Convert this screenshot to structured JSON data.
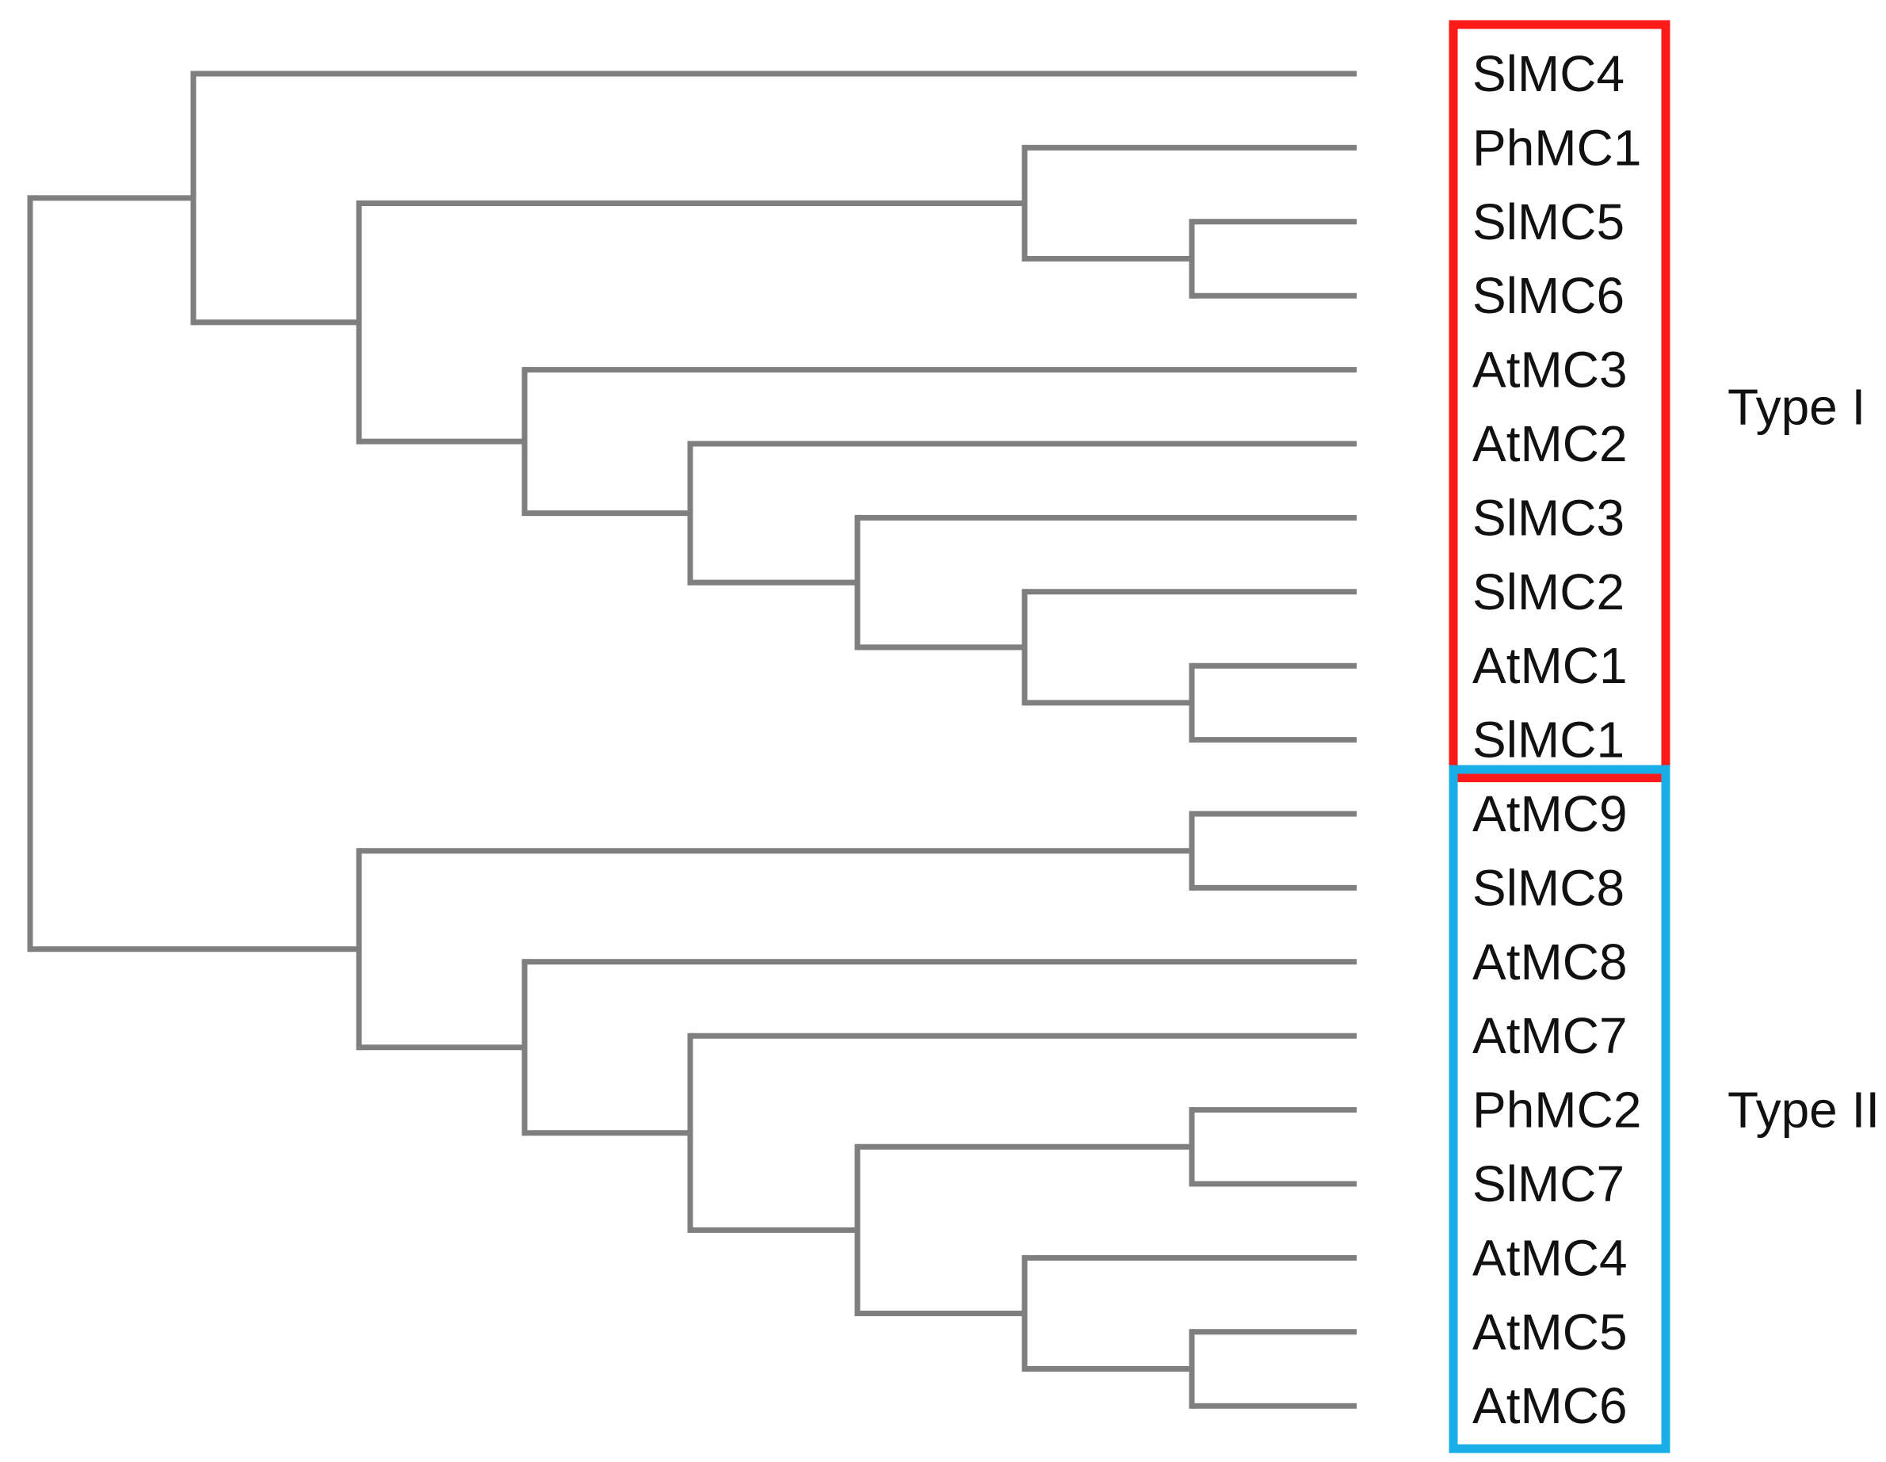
{
  "tree": {
    "branch_color": "#7f7f7f",
    "leaves": [
      {
        "id": "SlMC4",
        "label": "SlMC4"
      },
      {
        "id": "PhMC1",
        "label": "PhMC1"
      },
      {
        "id": "SlMC5",
        "label": "SlMC5"
      },
      {
        "id": "SlMC6",
        "label": "SlMC6"
      },
      {
        "id": "AtMC3",
        "label": "AtMC3"
      },
      {
        "id": "AtMC2",
        "label": "AtMC2"
      },
      {
        "id": "SlMC3",
        "label": "SlMC3"
      },
      {
        "id": "SlMC2",
        "label": "SlMC2"
      },
      {
        "id": "AtMC1",
        "label": "AtMC1"
      },
      {
        "id": "SlMC1",
        "label": "SlMC1"
      },
      {
        "id": "AtMC9",
        "label": "AtMC9"
      },
      {
        "id": "SlMC8",
        "label": "SlMC8"
      },
      {
        "id": "AtMC8",
        "label": "AtMC8"
      },
      {
        "id": "AtMC7",
        "label": "AtMC7"
      },
      {
        "id": "PhMC2",
        "label": "PhMC2"
      },
      {
        "id": "SlMC7",
        "label": "SlMC7"
      },
      {
        "id": "AtMC4",
        "label": "AtMC4"
      },
      {
        "id": "AtMC5",
        "label": "AtMC5"
      },
      {
        "id": "AtMC6",
        "label": "AtMC6"
      }
    ],
    "newick": "((SlMC4,((PhMC1,(SlMC5,SlMC6)),(AtMC3,(AtMC2,(SlMC3,(SlMC2,(AtMC1,SlMC1))))))),((AtMC9,SlMC8),(AtMC8,(AtMC7,((PhMC2,SlMC7),(AtMC4,(AtMC5,AtMC6)))))));"
  },
  "groups": [
    {
      "label": "Type I",
      "color": "#ff1a1a",
      "first_leaf": "SlMC4",
      "last_leaf": "SlMC1"
    },
    {
      "label": "Type II",
      "color": "#1aaee8",
      "first_leaf": "AtMC9",
      "last_leaf": "AtMC6"
    }
  ]
}
